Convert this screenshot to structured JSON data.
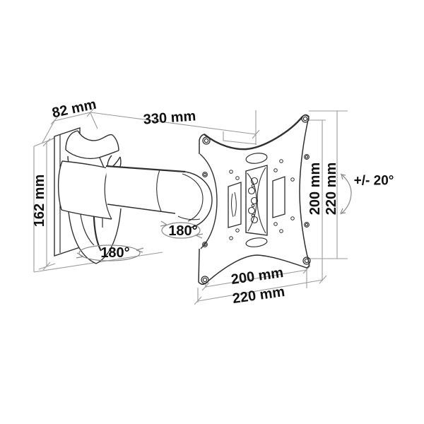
{
  "figure": {
    "type": "technical-diagram",
    "subject": "articulating TV wall mount bracket",
    "background_color": "#ffffff",
    "drawing_line_color": "#2f2f2f",
    "dimension_line_color": "#9b9b9b",
    "text_color": "#111111"
  },
  "labels": {
    "bracket_depth": "82 mm",
    "arm_reach": "330 mm",
    "wall_plate_height": "162 mm",
    "swivel_at_plate": "180°",
    "swivel_at_wall": "180°",
    "plate_hole_height": "200 mm",
    "plate_height": "220 mm",
    "tilt_range": "+/- 20°",
    "plate_hole_width": "200 mm",
    "plate_width": "220 mm"
  }
}
